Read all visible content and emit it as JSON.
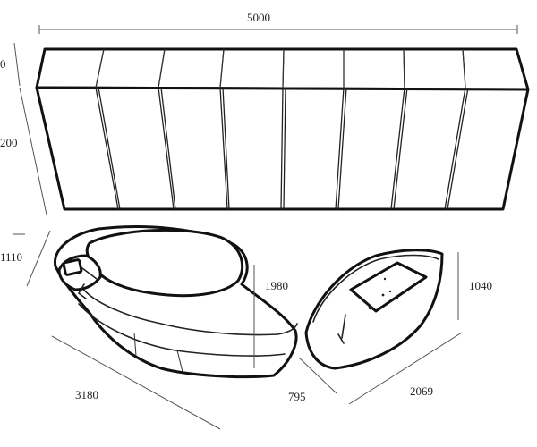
{
  "dimensions": {
    "wall_width": "5000",
    "wall_top_partial": "0",
    "wall_height_partial": "200",
    "desk_left_partial": "1110",
    "desk_length": "3180",
    "desk_height": "1980",
    "gap": "795",
    "table_length": "2069",
    "table_height": "1040"
  }
}
